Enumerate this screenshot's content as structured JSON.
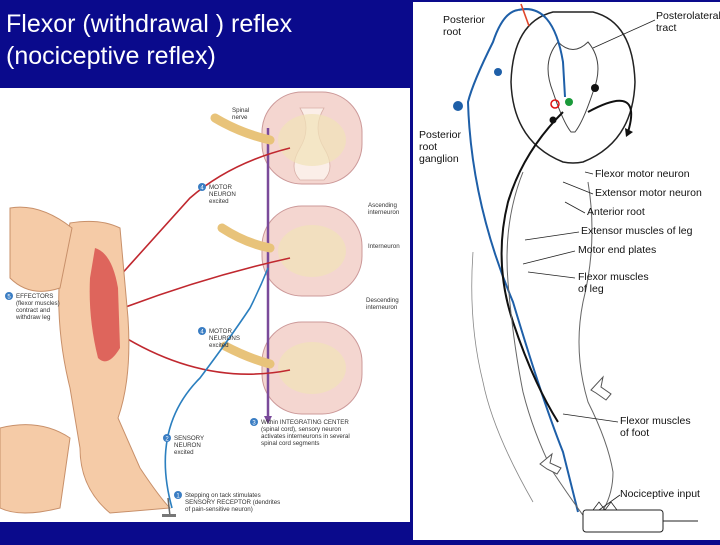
{
  "title": {
    "line1": "Flexor (withdrawal ) reflex",
    "line2": "(nociceptive reflex)"
  },
  "left_figure": {
    "spinal_nerve": [
      "Spinal",
      "nerve"
    ],
    "motor_neuron_top": {
      "num": "4",
      "lines": [
        "MOTOR",
        "NEURON",
        "excited"
      ]
    },
    "ascending_interneuron": [
      "Ascending",
      "interneuron"
    ],
    "interneuron": "Interneuron",
    "effectors": {
      "num": "5",
      "lines": [
        "EFFECTORS",
        "(flexor muscles)",
        "contract and",
        "withdraw leg"
      ]
    },
    "descending_interneuron": [
      "Descending",
      "interneuron"
    ],
    "motor_neurons_bottom": {
      "num": "4",
      "lines": [
        "MOTOR",
        "NEURONS",
        "excited"
      ]
    },
    "integrating_center": {
      "num": "3",
      "lines": [
        "Within INTEGRATING CENTER",
        "(spinal cord), sensory neuron",
        "activates interneurons in several",
        "spinal cord segments"
      ]
    },
    "sensory_neuron": {
      "num": "2",
      "lines": [
        "SENSORY",
        "NEURON",
        "excited"
      ]
    },
    "receptor": {
      "num": "1",
      "lines": [
        "Stepping on tack stimulates",
        "SENSORY RECEPTOR (dendrites",
        "of pain-sensitive neuron)"
      ]
    }
  },
  "right_figure": {
    "posterior_root": [
      "Posterior",
      "root"
    ],
    "posterolateral_tract": [
      "Posterolateral",
      "tract"
    ],
    "posterior_root_ganglion": [
      "Posterior",
      "root",
      "ganglion"
    ],
    "flexor_motor_neuron": "Flexor motor neuron",
    "extensor_motor_neuron": "Extensor motor neuron",
    "anterior_root": "Anterior root",
    "extensor_muscles_leg": "Extensor muscles of leg",
    "motor_end_plates": "Motor end plates",
    "flexor_muscles_leg": [
      "Flexor muscles",
      "of leg"
    ],
    "flexor_muscles_foot": [
      "Flexor muscles",
      "of foot"
    ],
    "nociceptive_input": "Nociceptive input"
  }
}
